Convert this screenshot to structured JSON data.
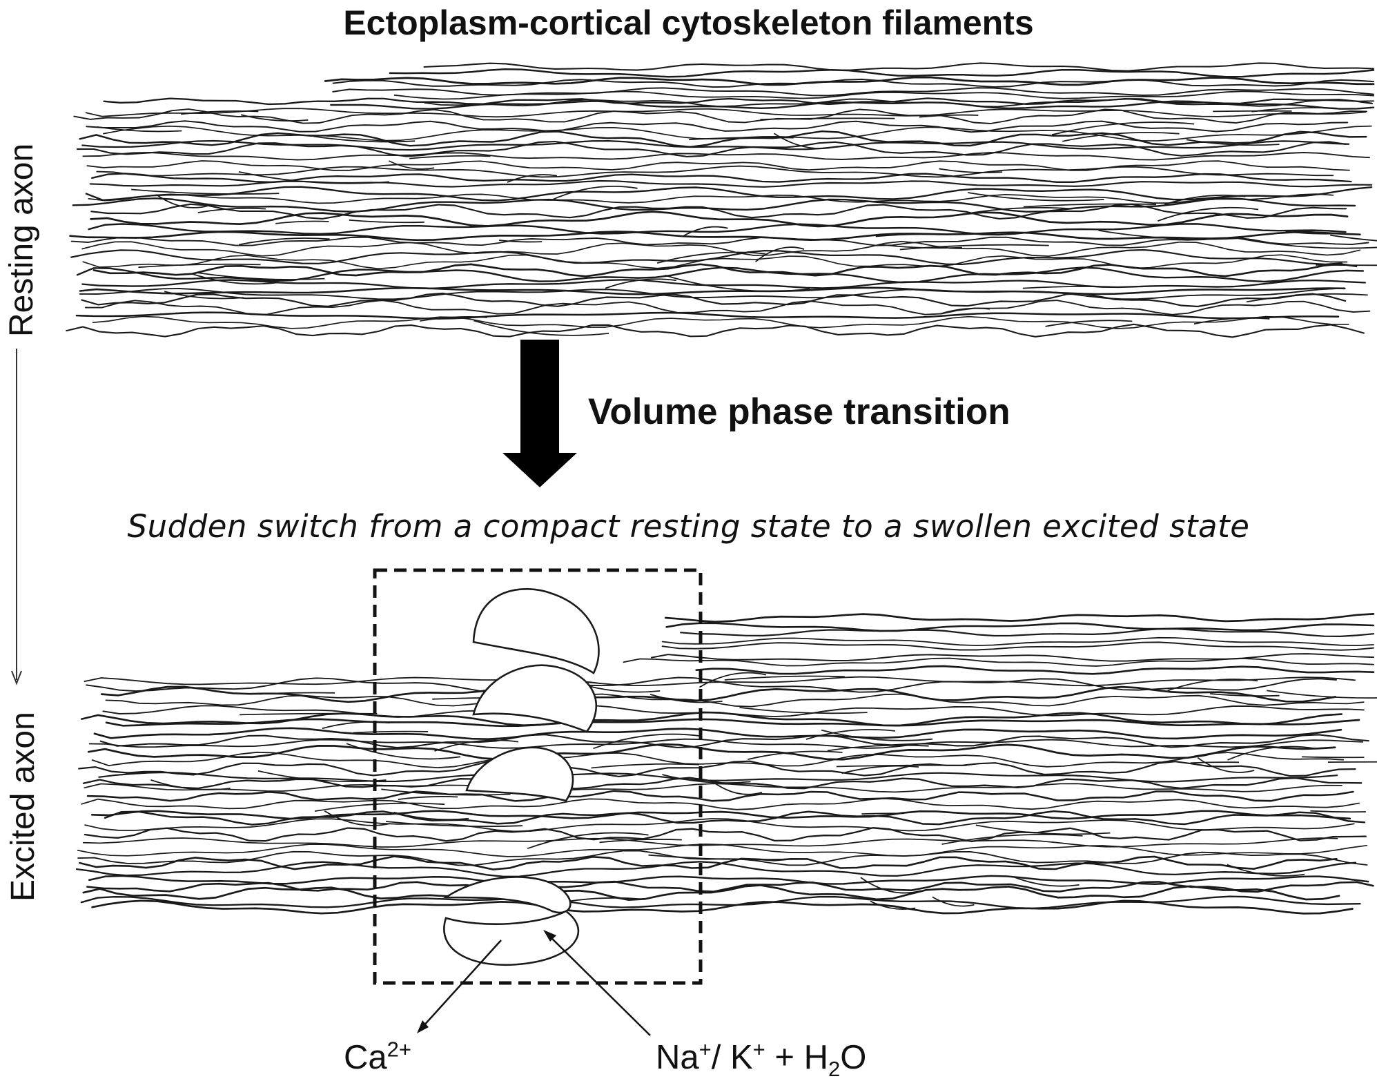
{
  "figure": {
    "title": "Ectoplasm-cortical cytoskeleton filaments",
    "transition_label": "Volume phase transition",
    "switch_caption": "Sudden switch from a compact resting state to a swollen excited state",
    "side_labels": {
      "resting": "Resting axon",
      "excited": "Excited axon"
    },
    "ions": {
      "calcium": {
        "base": "Ca",
        "superscript": "2+"
      },
      "sodium_potassium_water": {
        "na": "Na",
        "na_charge": "+",
        "separator": "/ K",
        "k_charge": "+",
        "water_prefix": " + H",
        "water_subscript": "2",
        "water_suffix": "O"
      }
    },
    "colors": {
      "ink": "#1a1a1a",
      "background": "#ffffff"
    }
  }
}
